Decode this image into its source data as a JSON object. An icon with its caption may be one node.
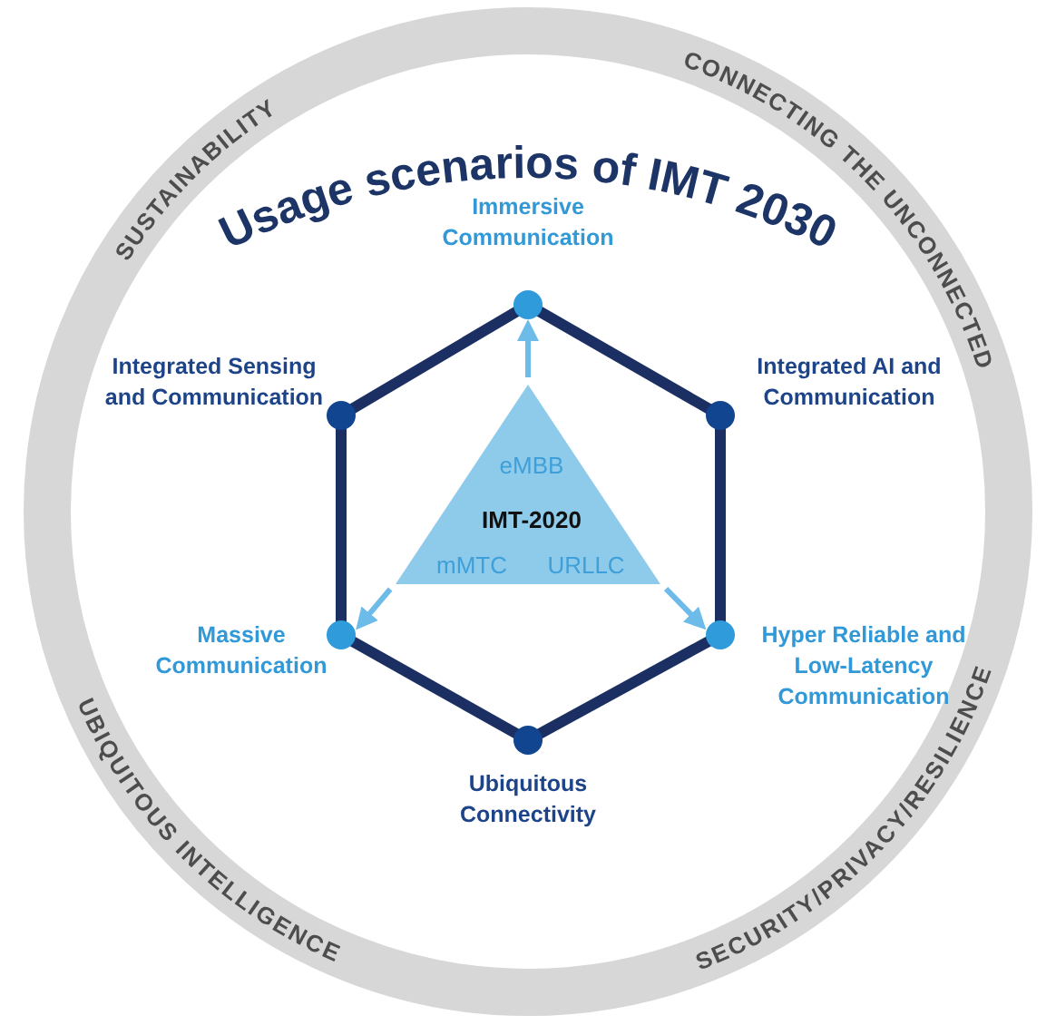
{
  "diagram": {
    "title": "Usage scenarios of IMT 2030",
    "nodes": [
      {
        "text": [
          "SUSTAINABILITY",
          "CONNECTING THE UNCONNECTED",
          "UBIQUITOUS INTELLIGENCE",
          "SECURITY/PRIVACY/RESILIENCE"
        ]
      },
      {
        "text": [],
        "shape": "circle",
        "in": 0,
        "beside": [
          "Immersive Communication"
        ]
      },
      {
        "text": [],
        "shape": "circle",
        "in": 0,
        "beside": [
          "Integrated Sensing and Communication"
        ]
      },
      {
        "text": [],
        "shape": "circle",
        "in": 0,
        "beside": [
          "Integrated AI and Communication"
        ]
      },
      {
        "text": [
          "eMBB",
          "IMT-2020",
          "mMTC",
          "URLLC"
        ],
        "in": 0
      },
      {
        "text": [],
        "shape": "circle",
        "in": 0,
        "beside": [
          "Massive Communication"
        ]
      },
      {
        "text": [],
        "shape": "circle",
        "in": 0,
        "beside": [
          "Hyper Reliable and Low-Latency Communication"
        ]
      },
      {
        "text": [],
        "shape": "circle",
        "in": 0,
        "beside": [
          "Ubiquitous Connectivity"
        ]
      }
    ],
    "edges": [
      {
        "from": 1,
        "to": 3,
        "arrow": "none"
      },
      {
        "from": 3,
        "to": 6,
        "arrow": "none"
      },
      {
        "from": 6,
        "to": 7,
        "arrow": "none"
      },
      {
        "from": 7,
        "to": 5,
        "arrow": "none"
      },
      {
        "from": 5,
        "to": 2,
        "arrow": "none"
      },
      {
        "from": 2,
        "to": 1,
        "arrow": "none"
      },
      {
        "from": 4,
        "to": 1,
        "arrow": "to",
        "color": "#6dbbe8"
      },
      {
        "from": 4,
        "to": 5,
        "arrow": "to",
        "color": "#6dbbe8"
      },
      {
        "from": 4,
        "to": 6,
        "arrow": "to",
        "color": "#6dbbe8"
      }
    ]
  }
}
